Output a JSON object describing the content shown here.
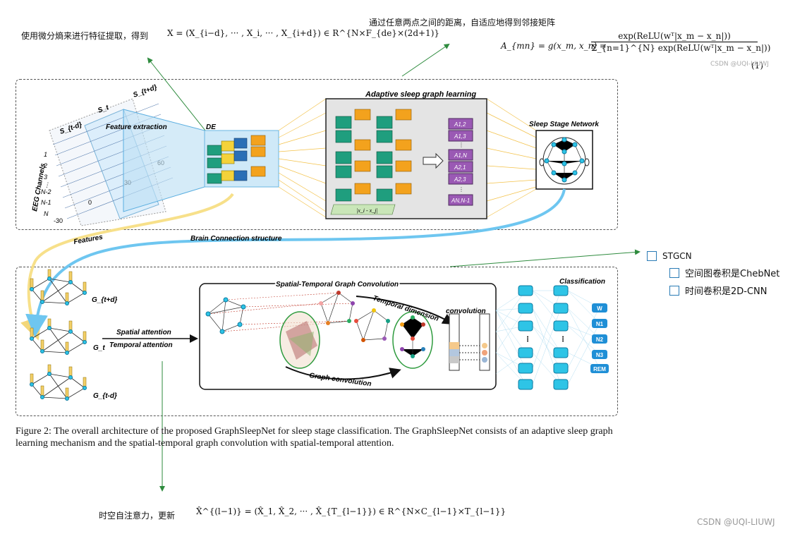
{
  "annotations": {
    "de_note": "使用微分熵来进行特征提取，得到",
    "de_formula": "X = (X_{i−d}, ··· , X_i, ··· , X_{i+d}) ∈ R^{N×F_{de}×(2d+1)}",
    "adj_note": "通过任意两点之间的距离，自适应地得到邻接矩阵",
    "adj_formula_lhs": "A_{mn} = g(x_m, x_n) =",
    "adj_formula_num": "exp(ReLU(wᵀ|x_m − x_n|))",
    "adj_formula_den": "Σ_{n=1}^{N} exp(ReLU(wᵀ|x_m − x_n|))",
    "adj_formula_eq": "(1)",
    "watermark_small": "CSDN @UQI-LIUWJ",
    "attn_note": "时空自注意力，更新",
    "attn_formula": "X̂^{(l−1)} = (X̂_1, X̂_2, ··· , X̂_{T_{l−1}}) ∈ R^{N×C_{l−1}×T_{l−1}}",
    "watermark": "CSDN @UQI-LIUWJ"
  },
  "checklist": {
    "title": "STGCN",
    "items": [
      "空间图卷积是ChebNet",
      "时间卷积是2D-CNN"
    ]
  },
  "top_panel": {
    "eeg_segments": [
      "S_{t-d}",
      "S_t",
      "S_{t+d}"
    ],
    "feature_extraction": "Feature extraction",
    "de_label": "DE",
    "channels_axis": "EEG Channels",
    "channel_ticks": [
      "1",
      "2",
      "3",
      "⋮",
      "N-2",
      "N-1",
      "N"
    ],
    "time_ticks": [
      "-30",
      "0",
      "30",
      "60"
    ],
    "adaptive_title": "Adaptive sleep graph learning",
    "diff_label": "|x_i - x_j|",
    "adj_entries": [
      "A1,2",
      "A1,3",
      "⋮",
      "A1,N",
      "A2,1",
      "A2,3",
      "⋮",
      "AN,N-1"
    ],
    "network_title": "Sleep Stage Network"
  },
  "links": {
    "features": "Features",
    "brain_connection": "Brain Connection structure"
  },
  "bottom_panel": {
    "graphs": [
      "G_{t+d}",
      "G_t",
      "G_{t-d}"
    ],
    "spatial_attention": "Spatial attention",
    "temporal_attention": "Temporal attention",
    "stgc_title": "Spatial-Temporal Graph Convolution",
    "temporal_dimension": "Temporal dimension",
    "convolution": "convolution",
    "graph_convolution": "Graph convolution",
    "classification_title": "Classification",
    "classes": [
      "W",
      "N1",
      "N2",
      "N3",
      "REM"
    ]
  },
  "caption": "Figure 2: The overall architecture of the proposed GraphSleepNet for sleep stage classification. The GraphSleepNet consists of an adaptive sleep graph learning mechanism and the spatial-temporal graph convolution with spatial-temporal attention.",
  "colors": {
    "annotation_arrow": "#2e8b3e",
    "brain_connection": "#6ec6f0",
    "features_link": "#f7e08a",
    "node": "#2ec4e6",
    "class_box": "#1f8fd6"
  }
}
